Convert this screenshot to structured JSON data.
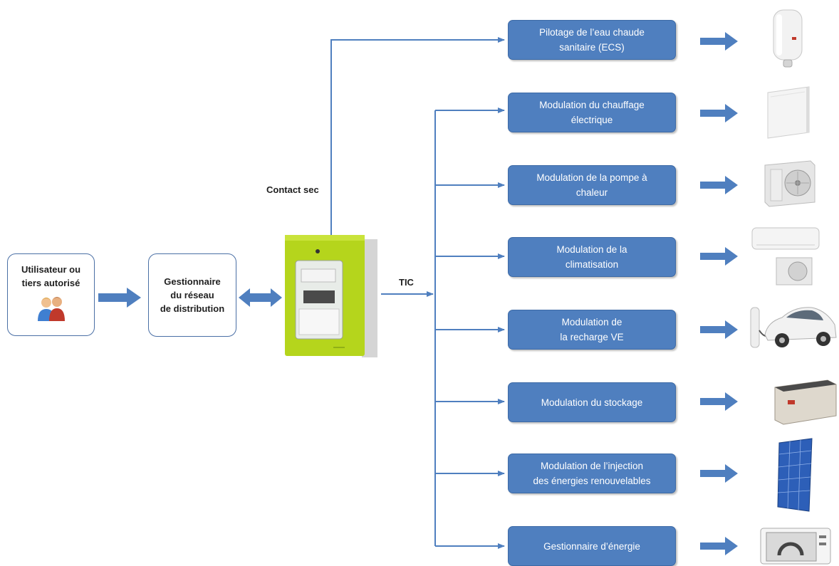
{
  "user_box": {
    "label": "Utilisateur ou\ntiers autorisé"
  },
  "grid_manager_box": {
    "label": "Gestionnaire\ndu réseau\nde distribution"
  },
  "labels": {
    "contact_sec": "Contact sec",
    "tic": "TIC"
  },
  "actions": [
    {
      "label": "Pilotage de l’eau chaude\nsanitaire (ECS)",
      "device": "water-heater-icon"
    },
    {
      "label": "Modulation du chauffage\nélectrique",
      "device": "electric-heater-icon"
    },
    {
      "label": "Modulation de la pompe à\nchaleur",
      "device": "heat-pump-icon"
    },
    {
      "label": "Modulation de la\nclimatisation",
      "device": "air-conditioner-icon"
    },
    {
      "label": "Modulation de\nla recharge VE",
      "device": "electric-car-icon"
    },
    {
      "label": "Modulation du stockage",
      "device": "battery-icon"
    },
    {
      "label": "Modulation de l’injection\ndes énergies renouvelables",
      "device": "solar-panel-icon"
    },
    {
      "label": "Gestionnaire d’énergie",
      "device": "energy-display-icon"
    }
  ],
  "colors": {
    "line": "#4f7fbf",
    "box_fill": "#4f7fbf",
    "meter_green": "#b5d51c"
  }
}
